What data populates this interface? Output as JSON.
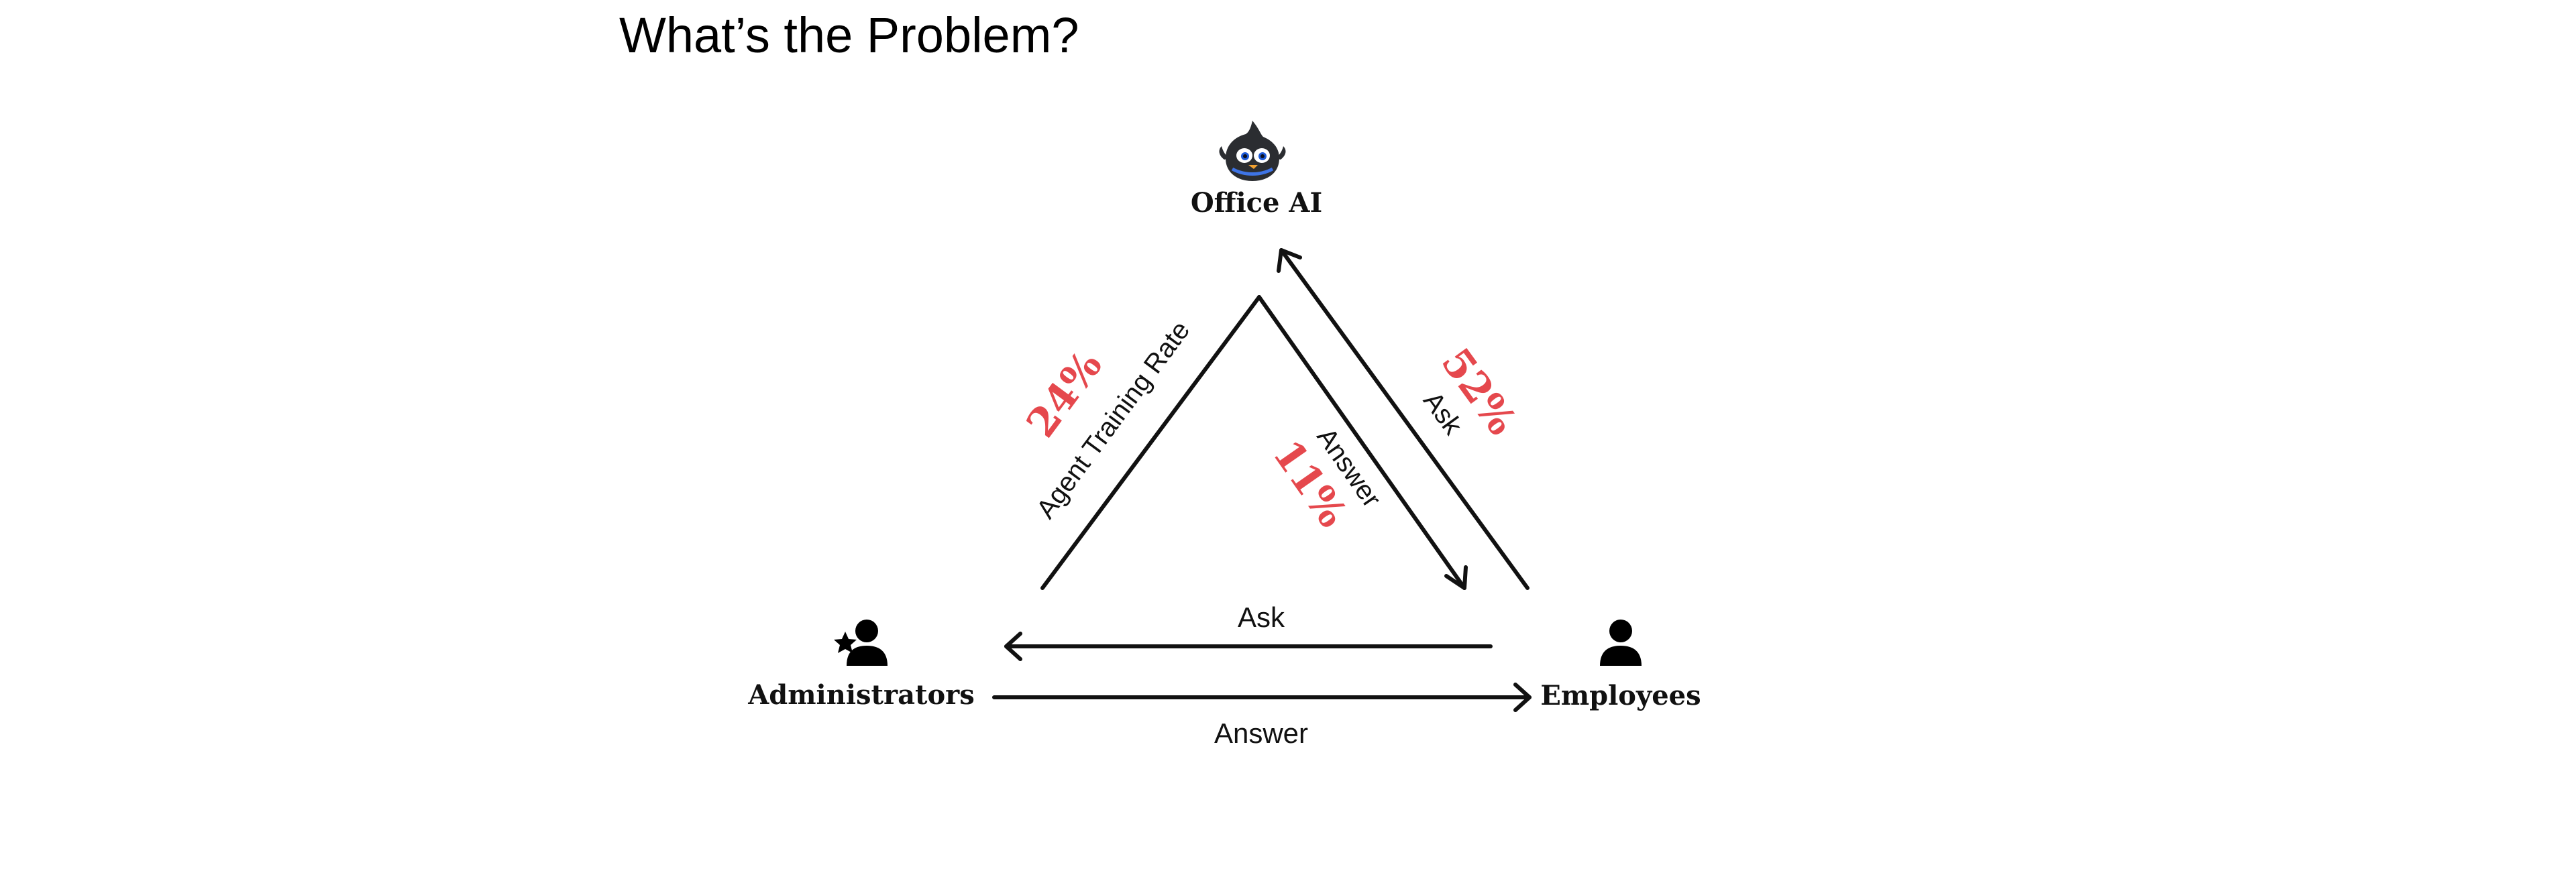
{
  "title": "What’s the Problem?",
  "nodes": {
    "office_ai": {
      "label": "Office AI",
      "icon": "bird-mascot-icon"
    },
    "administrators": {
      "label": "Administrators",
      "icon": "admin-star-person-icon"
    },
    "employees": {
      "label": "Employees",
      "icon": "person-icon"
    }
  },
  "edges": {
    "admin_to_ai": {
      "label": "Agent Training Rate",
      "percent": "24%"
    },
    "ai_to_employees": {
      "label": "Answer",
      "percent": "11%"
    },
    "employees_to_ai": {
      "label": "Ask",
      "percent": "52%"
    },
    "employees_to_admin": {
      "label": "Ask"
    },
    "admin_to_employees": {
      "label": "Answer"
    }
  },
  "colors": {
    "accent": "#e5484d",
    "stroke": "#111111",
    "background": "#ffffff"
  }
}
